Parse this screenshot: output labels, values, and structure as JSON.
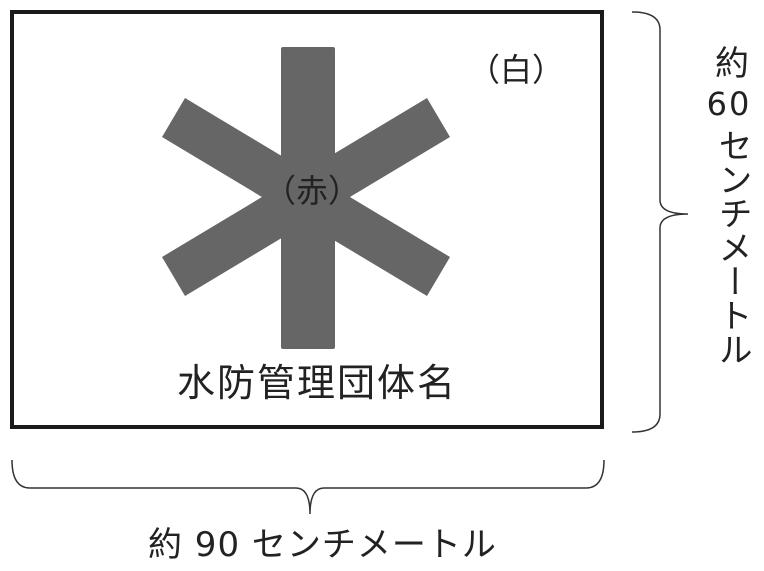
{
  "flag": {
    "background_color_label": "（白）",
    "symbol_color_label": "（赤）",
    "organization_name": "水防管理団体名",
    "symbol_color": "#666666",
    "background_color": "#ffffff"
  },
  "dimensions": {
    "height_prefix": "約",
    "height_value": "60",
    "height_unit": "センチメートル",
    "width_label": "約 90 センチメートル"
  }
}
